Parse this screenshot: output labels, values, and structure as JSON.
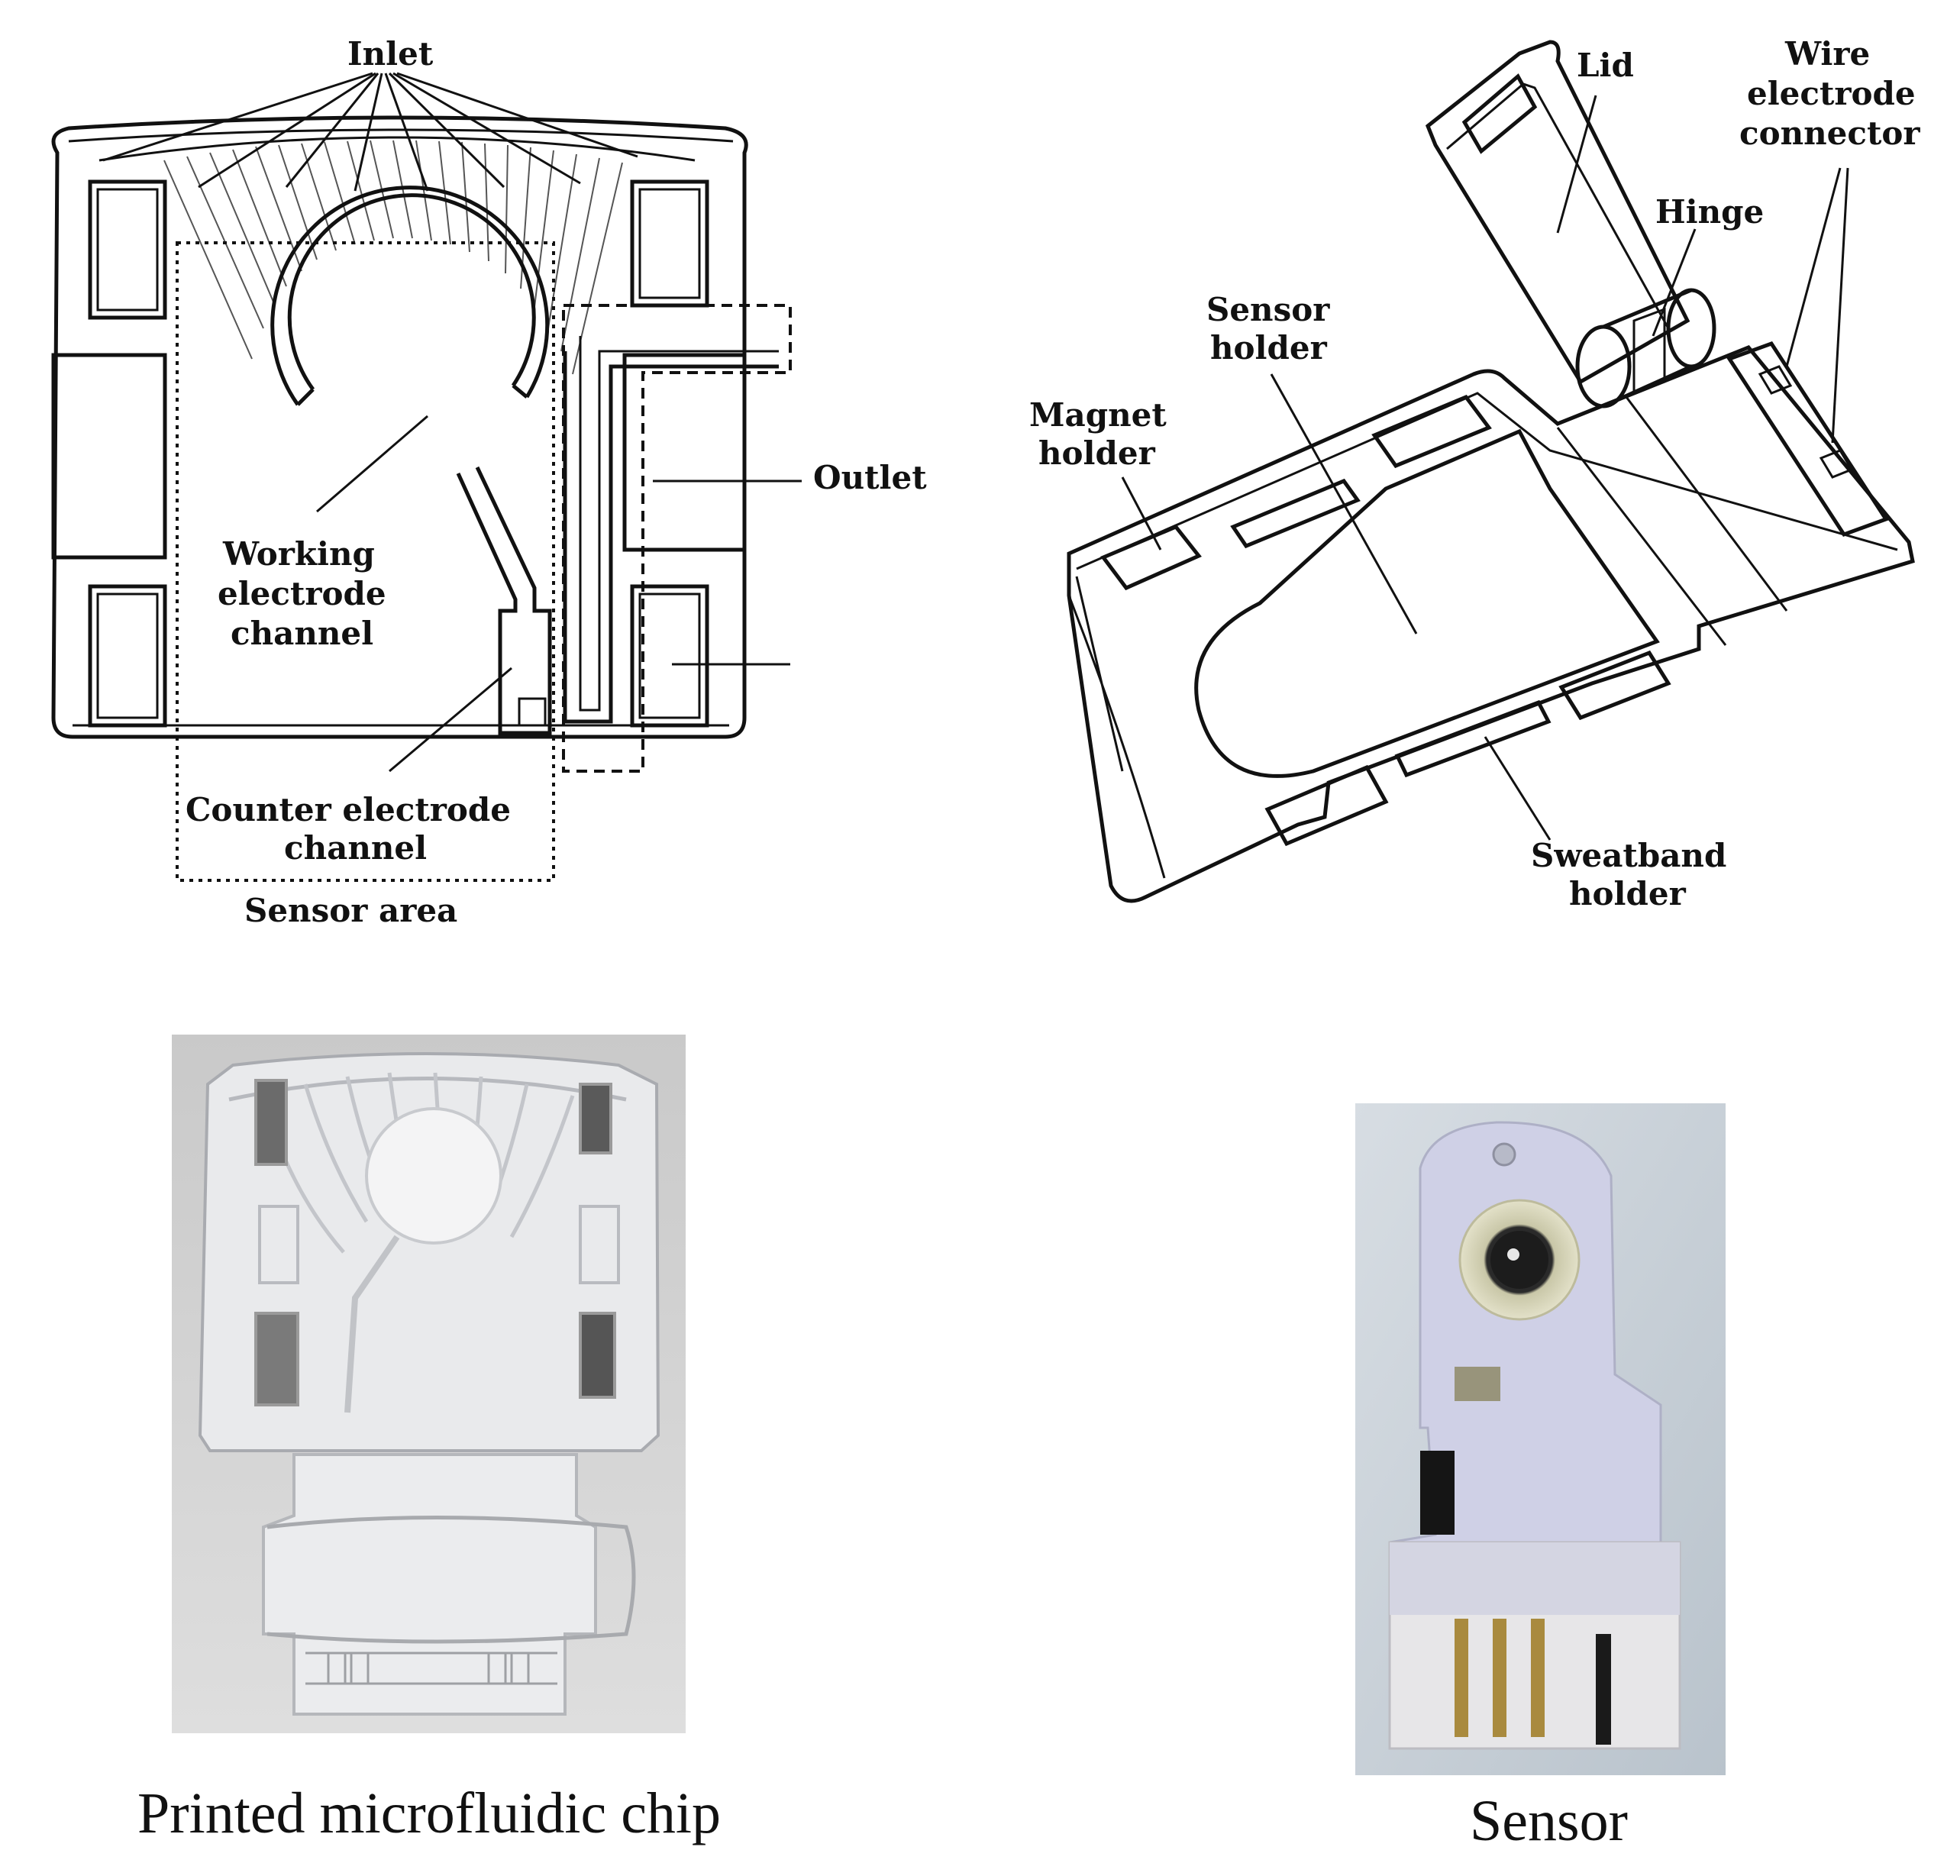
{
  "panels": {
    "chip_diagram": {
      "labels": {
        "inlet": "Inlet",
        "outlet": "Outlet",
        "working_1": "Working",
        "working_2": "electrode",
        "working_3": "channel",
        "counter_1": "Counter electrode",
        "counter_2": "channel",
        "sensor_area": "Sensor area"
      }
    },
    "holder_diagram": {
      "labels": {
        "lid": "Lid",
        "wire_1": "Wire",
        "wire_2": "electrode",
        "wire_3": "connector",
        "hinge": "Hinge",
        "sensor_holder_1": "Sensor",
        "sensor_holder_2": "holder",
        "magnet_holder_1": "Magnet",
        "magnet_holder_2": "holder",
        "sweatband_1": "Sweatband",
        "sweatband_2": "holder"
      }
    },
    "chip_photo": {
      "caption": "Printed microfluidic chip"
    },
    "sensor_photo": {
      "caption": "Sensor"
    }
  }
}
